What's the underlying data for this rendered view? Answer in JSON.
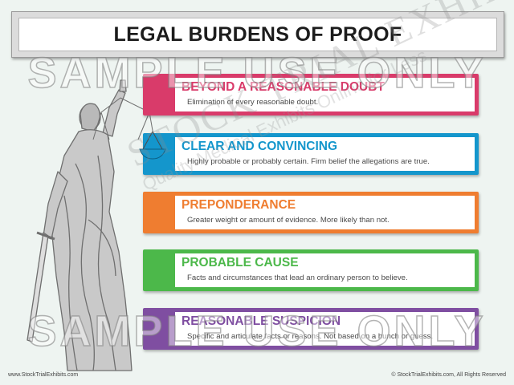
{
  "title": "LEGAL BURDENS OF PROOF",
  "colors": {
    "beyond": "#d93b6a",
    "clear": "#1496cc",
    "preponderance": "#ef7d30",
    "probable": "#4cb84a",
    "reasonable": "#7f4ea1"
  },
  "burdens": [
    {
      "title": "BEYOND A REASONABLE DOUBT",
      "description": "Elimination of every reasonable doubt."
    },
    {
      "title": "CLEAR AND CONVINCING",
      "description": "Highly probable or probably certain. Firm belief the allegations are true."
    },
    {
      "title": "PREPONDERANCE",
      "description": "Greater weight or amount of evidence. More likely than not."
    },
    {
      "title": "PROBABLE CAUSE",
      "description": "Facts and circumstances that lead an ordinary person to believe."
    },
    {
      "title": "REASONABLE SUSPICION",
      "description": "Specific and articulate facts or reasons. Not based on a hunch or guess."
    }
  ],
  "watermark": {
    "sample": "SAMPLE USE ONLY",
    "brand": "STOCK TRIAL EXHIBITS",
    "tagline": "Quality Medical Exhibits Online for Less"
  },
  "footer": {
    "left": "www.StockTrialExhibits.com",
    "right": "© StockTrialExhibits.com, All Rights Reserved"
  },
  "illustration": {
    "icon": "lady-justice-icon",
    "scale_icon": "balance-scale-icon"
  }
}
